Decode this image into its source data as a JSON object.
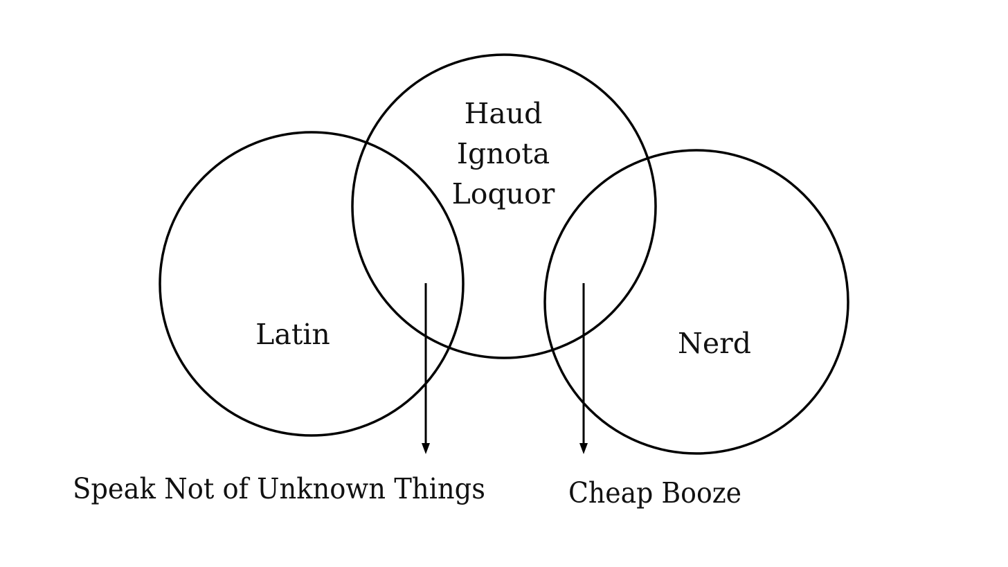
{
  "diagram": {
    "sets": [
      {
        "id": "latin",
        "label": "Latin"
      },
      {
        "id": "haud",
        "label_lines": [
          "Haud",
          "Ignota",
          "Loquor"
        ]
      },
      {
        "id": "nerd",
        "label": "Nerd"
      }
    ],
    "arrows": [
      {
        "id": "speak",
        "label": "Speak Not of Unknown Things"
      },
      {
        "id": "booze",
        "label": "Cheap Booze"
      }
    ],
    "colors": {
      "stroke": "#000000",
      "text": "#111111",
      "background": "#ffffff"
    }
  }
}
